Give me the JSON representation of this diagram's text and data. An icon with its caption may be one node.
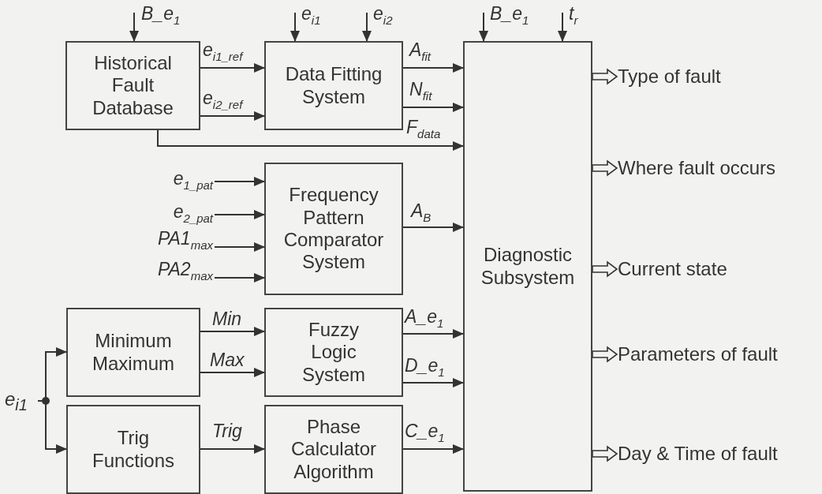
{
  "diagram": {
    "nodes": [
      {
        "text": [
          "Historical Fault Database"
        ]
      },
      {
        "text": [
          "Data Fitting System"
        ]
      },
      {
        "text": [
          "Frequency Pattern Comparator System"
        ]
      },
      {
        "text": [
          "Minimum Maximum"
        ]
      },
      {
        "text": [
          "Fuzzy Logic System"
        ]
      },
      {
        "text": [
          "Trig Functions"
        ]
      },
      {
        "text": [
          "Phase Calculator Algorithm"
        ]
      },
      {
        "text": [
          "Diagnostic Subsystem"
        ]
      },
      {
        "text": [
          "e$_{i1}$"
        ]
      },
      {
        "text": [
          "Type of fault"
        ]
      },
      {
        "text": [
          "Where fault occurs"
        ]
      },
      {
        "text": [
          "Current state"
        ]
      },
      {
        "text": [
          "Parameters of fault"
        ]
      },
      {
        "text": [
          "Day & Time of fault"
        ]
      }
    ],
    "edges": [
      {
        "from": null,
        "to": 0,
        "arrow": "to",
        "label": "B_e$_{1}$"
      },
      {
        "from": null,
        "to": 1,
        "arrow": "to",
        "label": "e$_{i1}$"
      },
      {
        "from": null,
        "to": 1,
        "arrow": "to",
        "label": "e$_{i2}$"
      },
      {
        "from": 0,
        "to": 1,
        "arrow": "to",
        "label": "e$_{i1_ref}$"
      },
      {
        "from": 0,
        "to": 1,
        "arrow": "to",
        "label": "e$_{i2_ref}$"
      },
      {
        "from": 1,
        "to": 7,
        "arrow": "to",
        "label": "A$_{fit}$"
      },
      {
        "from": 1,
        "to": 7,
        "arrow": "to",
        "label": "N$_{fit}$"
      },
      {
        "from": 0,
        "to": 7,
        "arrow": "to",
        "label": "F$_{data}$"
      },
      {
        "from": null,
        "to": 2,
        "arrow": "to",
        "label": "e$_{1_pat}$"
      },
      {
        "from": null,
        "to": 2,
        "arrow": "to",
        "label": "e$_{2_pat}$"
      },
      {
        "from": null,
        "to": 2,
        "arrow": "to",
        "label": "PA1$_{max}$"
      },
      {
        "from": null,
        "to": 2,
        "arrow": "to",
        "label": "PA2$_{max}$"
      },
      {
        "from": 2,
        "to": 7,
        "arrow": "to",
        "label": "A$_{B}$"
      },
      {
        "from": 3,
        "to": 4,
        "arrow": "to",
        "label": "Min"
      },
      {
        "from": 3,
        "to": 4,
        "arrow": "to",
        "label": "Max"
      },
      {
        "from": 4,
        "to": 7,
        "arrow": "to",
        "label": "A_e$_{1}$"
      },
      {
        "from": 4,
        "to": 7,
        "arrow": "to",
        "label": "D_e$_{1}$"
      },
      {
        "from": 5,
        "to": 6,
        "arrow": "to",
        "label": "Trig"
      },
      {
        "from": 6,
        "to": 7,
        "arrow": "to",
        "label": "C_e$_{1}$"
      },
      {
        "from": null,
        "to": 7,
        "arrow": "to",
        "label": "B_e$_{1}$"
      },
      {
        "from": null,
        "to": 7,
        "arrow": "to",
        "label": "t$_{r}$"
      },
      {
        "from": 8,
        "to": 3,
        "arrow": "to"
      },
      {
        "from": 8,
        "to": 5,
        "arrow": "to"
      },
      {
        "from": 7,
        "to": 9,
        "arrow": "to",
        "style": "thick"
      },
      {
        "from": 7,
        "to": 10,
        "arrow": "to",
        "style": "thick"
      },
      {
        "from": 7,
        "to": 11,
        "arrow": "to",
        "style": "thick"
      },
      {
        "from": 7,
        "to": 12,
        "arrow": "to",
        "style": "thick"
      },
      {
        "from": 7,
        "to": 13,
        "arrow": "to",
        "style": "thick"
      }
    ]
  }
}
